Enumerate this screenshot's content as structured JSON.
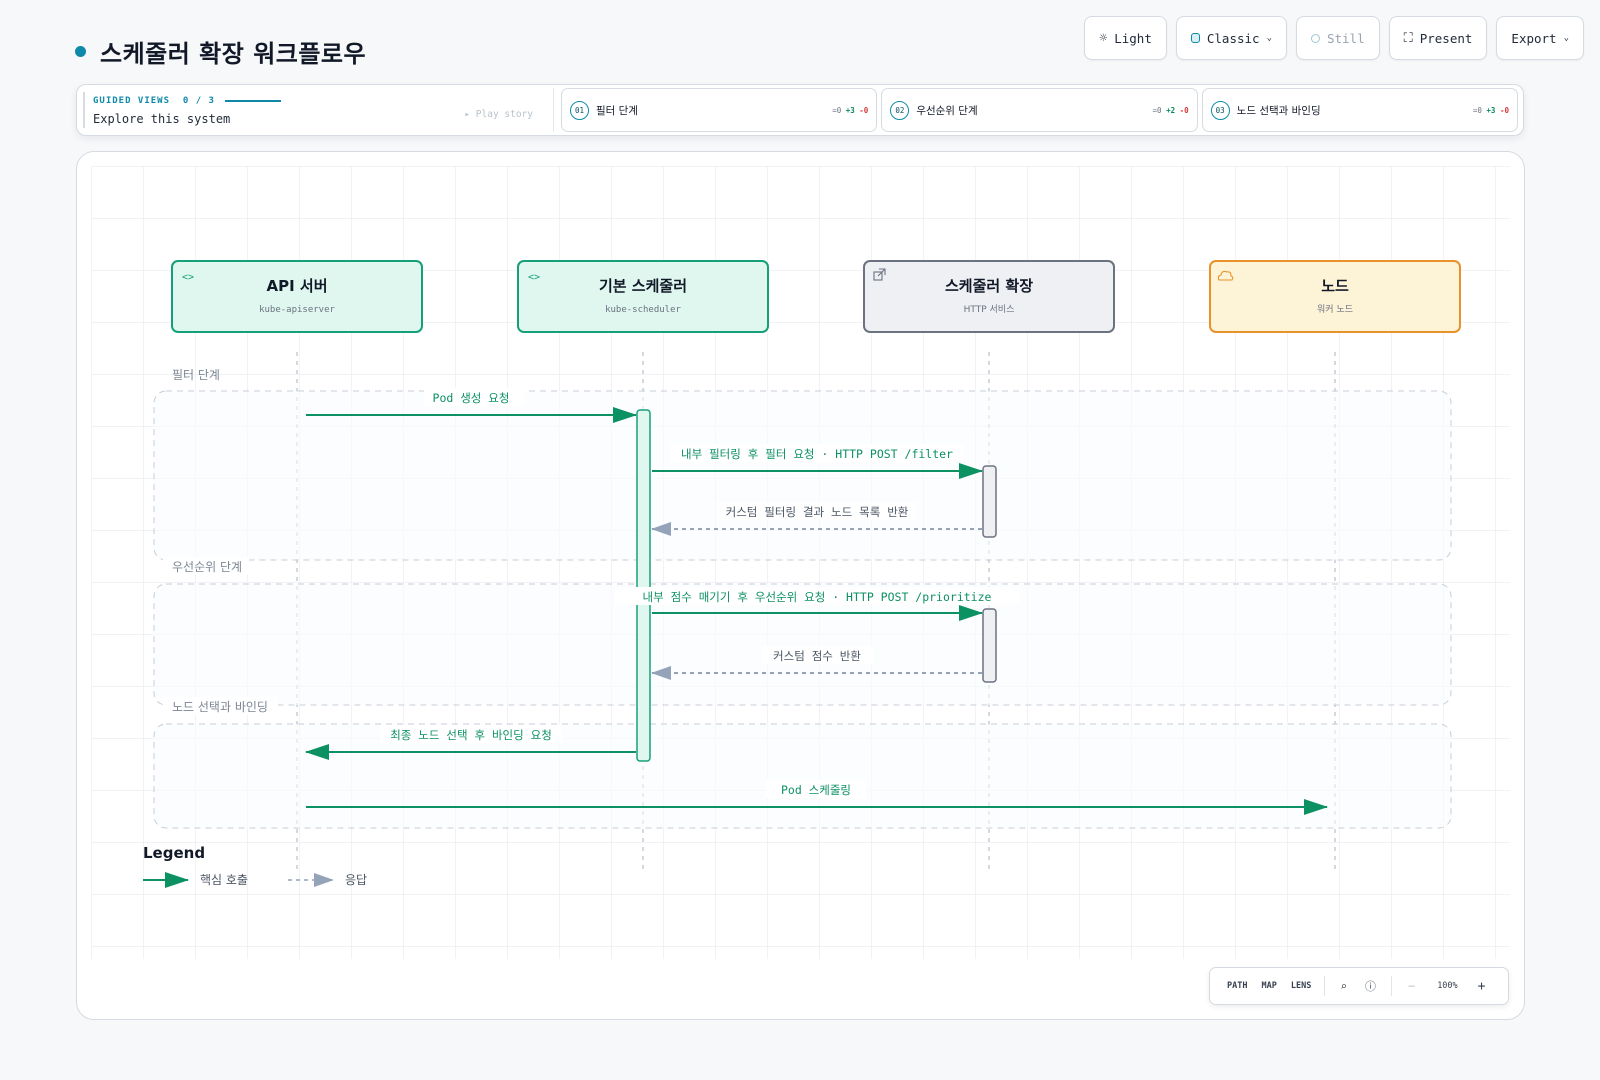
{
  "page": {
    "title": "스케줄러 확장 워크플로우"
  },
  "toolbar": {
    "light_label": "Light",
    "classic_label": "Classic",
    "still_label": "Still",
    "present_label": "Present",
    "export_label": "Export"
  },
  "guided": {
    "label": "GUIDED VIEWS",
    "counter": "0 / 3",
    "subtitle": "Explore this system",
    "play_label": "▸ Play story",
    "steps": [
      {
        "num": "01",
        "label": "필터 단계",
        "eq": "=0",
        "plus": "+3",
        "minus": "-0"
      },
      {
        "num": "02",
        "label": "우선순위 단계",
        "eq": "=0",
        "plus": "+2",
        "minus": "-0"
      },
      {
        "num": "03",
        "label": "노드 선택과 바인딩",
        "eq": "=0",
        "plus": "+3",
        "minus": "-0"
      }
    ]
  },
  "diagram": {
    "participants": [
      {
        "id": "api",
        "title": "API 서버",
        "subtitle": "kube-apiserver",
        "icon": "code-icon",
        "style": "green"
      },
      {
        "id": "sched",
        "title": "기본 스케줄러",
        "subtitle": "kube-scheduler",
        "icon": "code-icon",
        "style": "green"
      },
      {
        "id": "ext",
        "title": "스케줄러 확장",
        "subtitle": "HTTP 서비스",
        "icon": "external-link-icon",
        "style": "gray"
      },
      {
        "id": "node",
        "title": "노드",
        "subtitle": "워커 노드",
        "icon": "cloud-icon",
        "style": "orange"
      }
    ],
    "groups": [
      {
        "label": "필터 단계"
      },
      {
        "label": "우선순위 단계"
      },
      {
        "label": "노드 선택과 바인딩"
      }
    ],
    "messages": [
      {
        "from": "api",
        "to": "sched",
        "label": "Pod 생성 요청",
        "kind": "call"
      },
      {
        "from": "sched",
        "to": "ext",
        "label": "내부 필터링 후 필터 요청 · HTTP POST /filter",
        "kind": "call"
      },
      {
        "from": "ext",
        "to": "sched",
        "label": "커스텀 필터링 결과 노드 목록 반환",
        "kind": "response"
      },
      {
        "from": "sched",
        "to": "ext",
        "label": "내부 점수 매기기 후 우선순위 요청 · HTTP POST /prioritize",
        "kind": "call"
      },
      {
        "from": "ext",
        "to": "sched",
        "label": "커스텀 점수 반환",
        "kind": "response"
      },
      {
        "from": "sched",
        "to": "api",
        "label": "최종 노드 선택 후 바인딩 요청",
        "kind": "call"
      },
      {
        "from": "api",
        "to": "node",
        "label": "Pod 스케줄링",
        "kind": "call"
      }
    ],
    "legend": {
      "title": "Legend",
      "call_label": "핵심 호출",
      "response_label": "응답"
    },
    "colors": {
      "call": "#0c9163",
      "response": "#94a3b8",
      "accent": "#0e8aa8"
    }
  },
  "zoombar": {
    "path_label": "PATH",
    "map_label": "MAP",
    "lens_label": "LENS",
    "zoom_label": "100%"
  }
}
